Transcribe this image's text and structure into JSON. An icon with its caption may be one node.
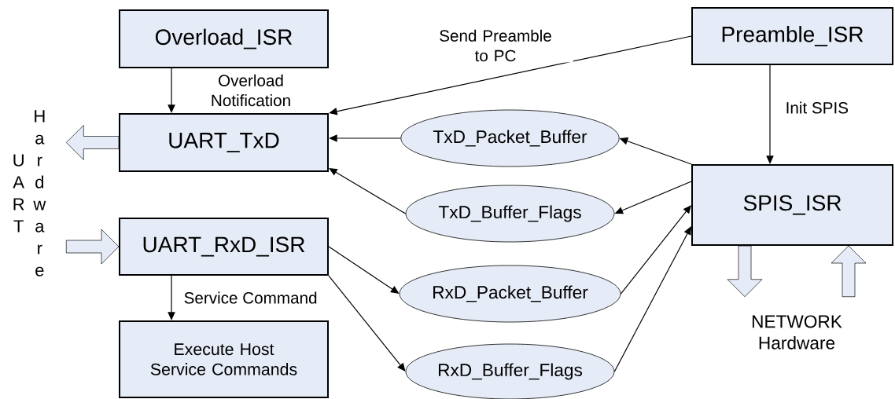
{
  "diagram": {
    "nodes": [
      {
        "text": [
          "Overload_ISR"
        ]
      },
      {
        "text": [
          "Preamble_ISR"
        ]
      },
      {
        "text": [
          "UART_TxD"
        ]
      },
      {
        "text": [
          "TxD_Packet_Buffer"
        ]
      },
      {
        "text": [
          "SPIS_ISR"
        ]
      },
      {
        "text": [
          "TxD_Buffer_Flags"
        ]
      },
      {
        "text": [
          "UART_RxD_ISR"
        ]
      },
      {
        "text": [
          "RxD_Packet_Buffer"
        ]
      },
      {
        "text": [
          "Execute Host Service Commands"
        ]
      },
      {
        "text": [
          "RxD_Buffer_Flags"
        ]
      },
      {
        "text": [
          "UART",
          "Hardware"
        ]
      },
      {
        "text": [
          "NETWORK Hardware"
        ]
      }
    ],
    "edges": [
      {
        "from": 0,
        "to": 2,
        "arrow": "to",
        "label": "Overload Notification"
      },
      {
        "from": 1,
        "to": 2,
        "arrow": "to",
        "label": "Send Preamble to PC"
      },
      {
        "from": 1,
        "to": 4,
        "arrow": "to",
        "label": "Init SPIS"
      },
      {
        "from": 3,
        "to": 2,
        "arrow": "to"
      },
      {
        "from": 5,
        "to": 2,
        "arrow": "to"
      },
      {
        "from": 4,
        "to": 3,
        "arrow": "to"
      },
      {
        "from": 4,
        "to": 5,
        "arrow": "to"
      },
      {
        "from": 6,
        "to": 7,
        "arrow": "to"
      },
      {
        "from": 6,
        "to": 9,
        "arrow": "to"
      },
      {
        "from": 7,
        "to": 4,
        "arrow": "to"
      },
      {
        "from": 9,
        "to": 4,
        "arrow": "to"
      },
      {
        "from": 6,
        "to": 8,
        "arrow": "to",
        "label": "Service Command"
      },
      {
        "from": 2,
        "to": 10,
        "arrow": "to",
        "style": "thick"
      },
      {
        "from": 10,
        "to": 6,
        "arrow": "to",
        "style": "thick"
      },
      {
        "from": 4,
        "to": 11,
        "arrow": "to",
        "style": "thick"
      },
      {
        "from": 11,
        "to": 4,
        "arrow": "to",
        "style": "thick"
      }
    ]
  }
}
